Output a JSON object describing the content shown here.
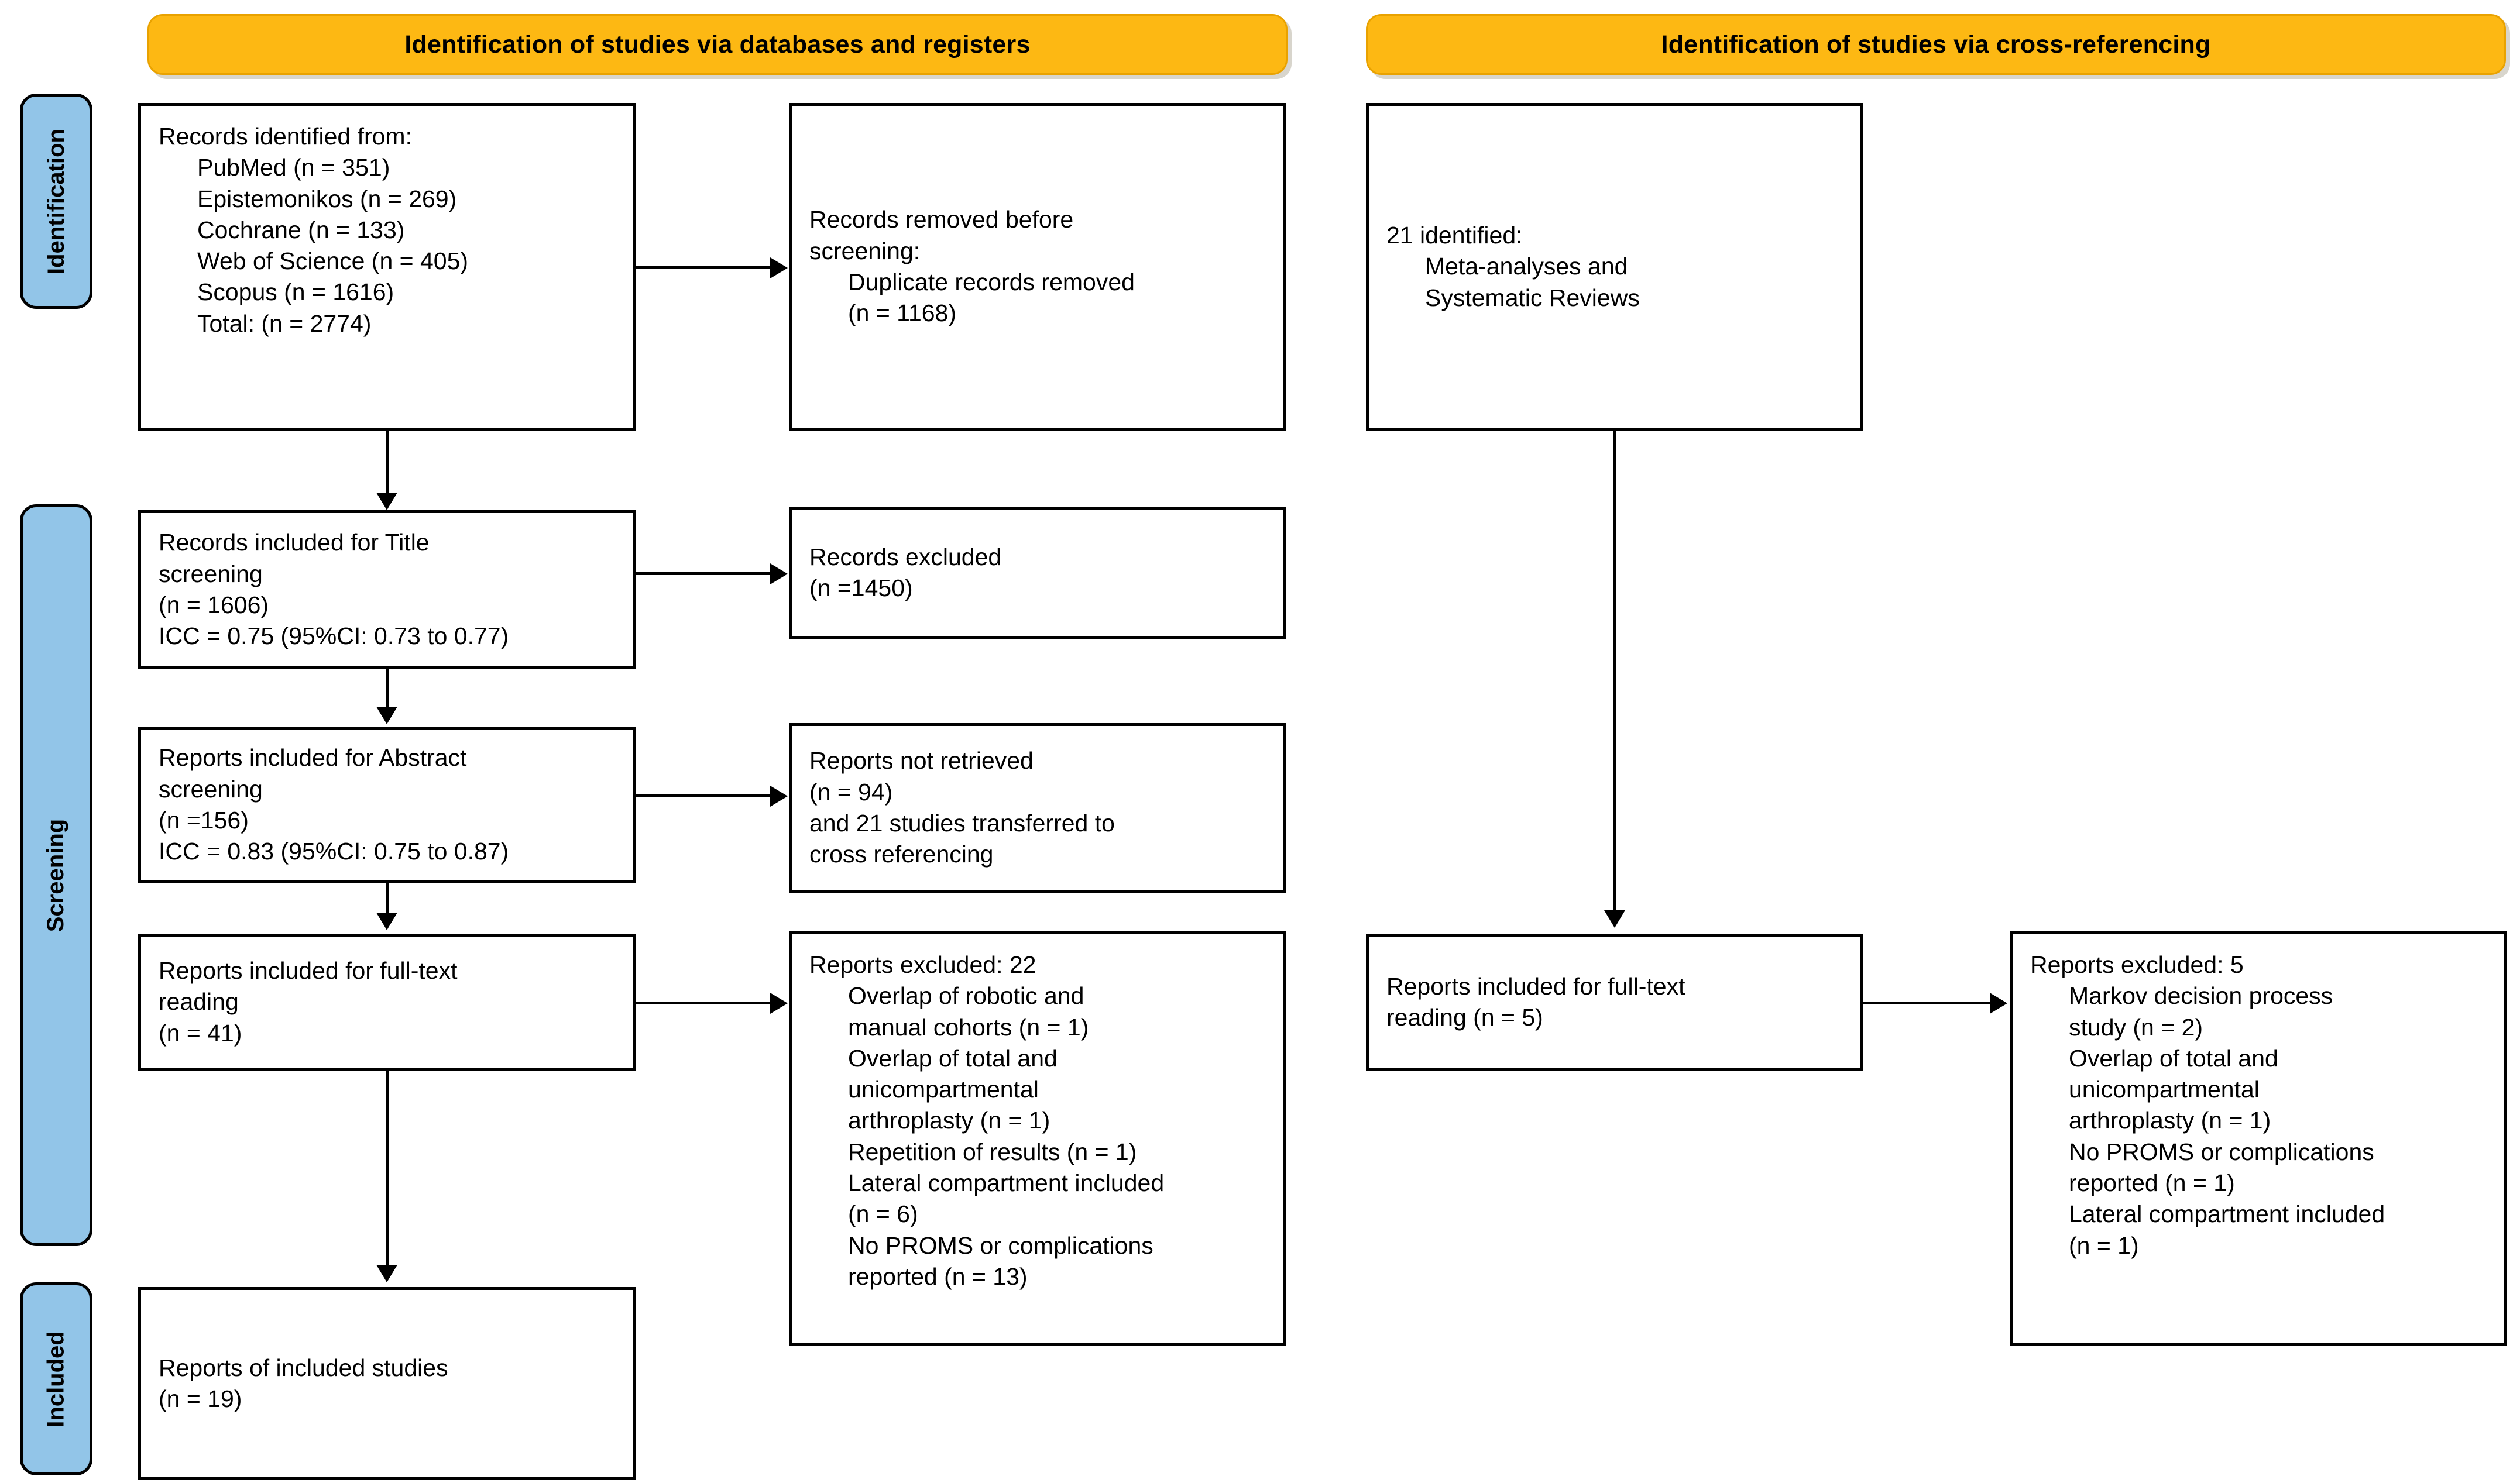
{
  "diagram": {
    "title": "PRISMA 2020 flow diagram",
    "colors": {
      "banner_fill": "#FDB813",
      "banner_border": "#E9A200",
      "stage_fill": "#92C5E8",
      "line": "#000000",
      "box_fill": "#FFFFFF"
    }
  },
  "banners": {
    "left": "Identification of studies via databases and registers",
    "right": "Identification of studies via cross-referencing"
  },
  "stages": [
    {
      "label": "Identification"
    },
    {
      "label": "Screening"
    },
    {
      "label": "Included"
    }
  ],
  "boxes": {
    "records_identified": {
      "lines": [
        "Records identified from:",
        "PubMed (n = 351)",
        "Epistemonikos (n = 269)",
        "Cochrane (n = 133)",
        "Web of Science (n = 405)",
        "Scopus (n = 1616)",
        "Total: (n = 2774)"
      ]
    },
    "records_removed": {
      "lines": [
        "Records removed ",
        "before",
        "screening",
        ":",
        "Duplicate records removed",
        "(n = 1168)"
      ]
    },
    "title_screening": {
      "lines": [
        "Records included for Title",
        "screening",
        "(n = 1606)",
        "ICC = 0.75 (95%CI: 0.73 to 0.77)"
      ]
    },
    "records_excluded": {
      "lines": [
        "Records excluded",
        "(n =1450)"
      ]
    },
    "abstract_screening": {
      "lines": [
        "Reports included for Abstract",
        "screening",
        "(n =156)",
        "ICC = 0.83 (95%CI: 0.75 to 0.87)"
      ]
    },
    "reports_not_retrieved": {
      "lines": [
        "Reports not retrieved",
        "(n = 94)",
        "and 21 studies transferred to",
        "cross referencing"
      ]
    },
    "fulltext_left": {
      "lines": [
        "Reports included for full-text",
        "reading",
        "(n = 41)"
      ]
    },
    "reports_excluded_left": {
      "header": "Reports excluded: 22",
      "items": [
        "Overlap of robotic and",
        "manual cohorts (n = 1)",
        "Overlap of total and",
        "unicompartmental",
        "arthroplasty (n = 1)",
        "Repetition of results (n = 1)",
        "Lateral compartment included",
        "(n = 6)",
        "No PROMS or complications",
        "reported (n = 13)"
      ]
    },
    "included_studies": {
      "lines": [
        "Reports of included studies",
        "(n = 19)"
      ]
    },
    "cross_ref_identified": {
      "lines": [
        "21 identified:",
        "Meta-analyses and",
        "Systematic Reviews"
      ]
    },
    "fulltext_right": {
      "lines": [
        "Reports included for full-text",
        "reading (n = 5)"
      ]
    },
    "reports_excluded_right": {
      "header": "Reports excluded: 5",
      "items": [
        "Markov decision process",
        "study (n = 2)",
        "Overlap of total and",
        "unicompartmental",
        "arthroplasty (n = 1)",
        "No PROMS or complications",
        "reported (n = 1)",
        "Lateral compartment included",
        "(n = 1)"
      ]
    }
  }
}
